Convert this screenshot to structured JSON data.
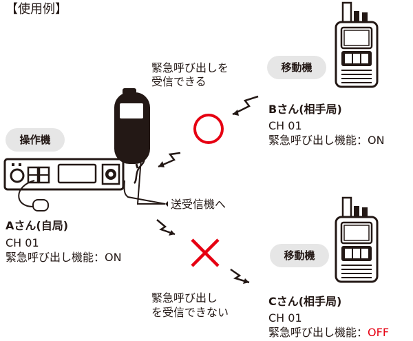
{
  "title": "【使用例】",
  "operator": {
    "badge": "操作機",
    "name": "Aさん(自局)",
    "channel": "CH 01",
    "emergency_label": "緊急呼び出し機能：",
    "emergency_value": "ON"
  },
  "to_transceiver": "送受信機へ",
  "mobile_b": {
    "badge": "移動機",
    "name": "Bさん(相手局)",
    "channel": "CH 01",
    "emergency_label": "緊急呼び出し機能：",
    "emergency_value": "ON"
  },
  "mobile_c": {
    "badge": "移動機",
    "name": "Cさん(相手局)",
    "channel": "CH 01",
    "emergency_label": "緊急呼び出し機能：",
    "emergency_value": "OFF"
  },
  "can_receive": {
    "line1": "緊急呼び出しを",
    "line2": "受信できる"
  },
  "cannot_receive": {
    "line1": "緊急呼び出し",
    "line2": "を受信できない"
  },
  "colors": {
    "ok_mark": "#e60012",
    "ng_mark": "#e60012",
    "off_text": "#e60012",
    "badge_bg": "#e6e6e6"
  },
  "icons": [
    "circle-ok-mark",
    "cross-ng-mark",
    "lightning-signal-icon",
    "handheld-radio-icon",
    "mobile-base-radio-icon",
    "hand-microphone-icon"
  ]
}
